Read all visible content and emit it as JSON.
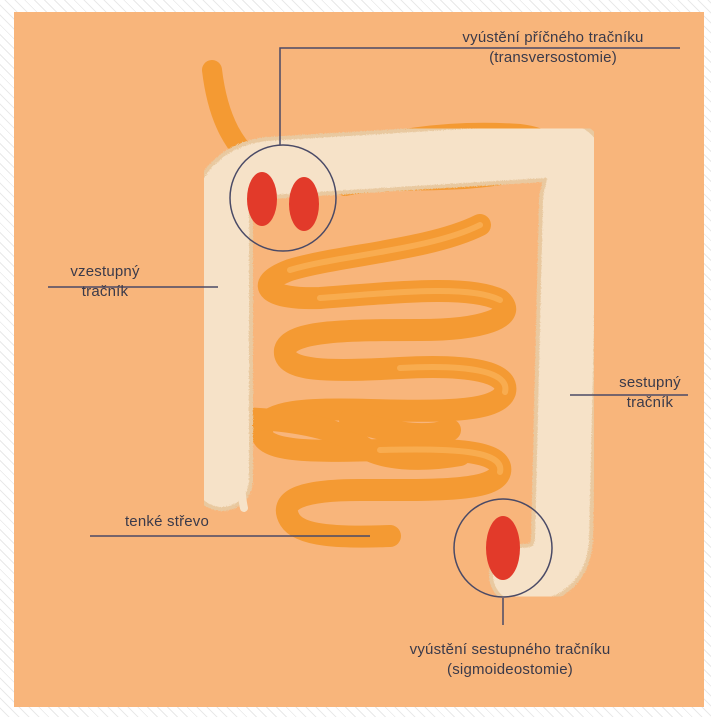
{
  "labels": {
    "transverse": {
      "line1": "vyústění příčného tračníku",
      "line2": "(transversostomie)"
    },
    "ascending": {
      "line1": "vzestupný",
      "line2": "tračník"
    },
    "descending": {
      "line1": "sestupný",
      "line2": "tračník"
    },
    "small_intestine": {
      "line1": "tenké střevo"
    },
    "sigmoid": {
      "line1": "vyústění sestupného tračníku",
      "line2": "(sigmoideostomie)"
    }
  },
  "colors": {
    "background": "#f8b57b",
    "colon": "#f6e2c8",
    "colon_outline": "#e9c9a0",
    "small_intestine": "#f49a33",
    "small_intestine_shadow": "#d9771a",
    "stoma": "#e23a2a",
    "leader_line": "#4a4a66"
  }
}
